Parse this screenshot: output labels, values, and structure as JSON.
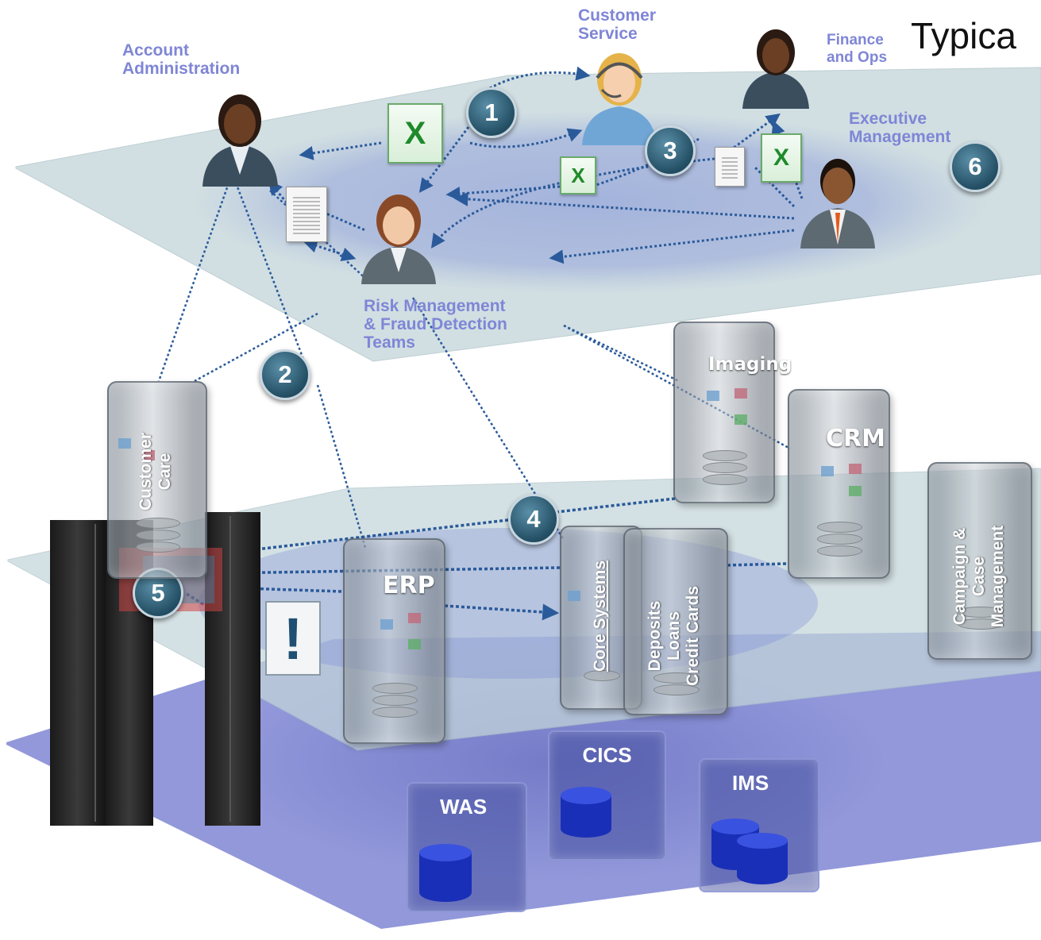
{
  "title": "Typica",
  "people": {
    "account_admin": "Account\nAdministration",
    "customer_service": "Customer\nService",
    "finance_ops": "Finance\nand Ops",
    "executive": "Executive\nManagement",
    "risk": "Risk Management\n& Fraud Detection\nTeams"
  },
  "steps": [
    "1",
    "2",
    "3",
    "4",
    "5",
    "6"
  ],
  "systems": {
    "customer_care": "Customer\nCare",
    "imaging": "Imaging",
    "crm": "CRM",
    "campaign": "Campaign &\nCase\nManagement",
    "erp": "ERP",
    "core_systems": "Core Systems",
    "deposits": "Deposits\nLoans\nCredit Cards"
  },
  "middleware": {
    "cics": "CICS",
    "was": "WAS",
    "ims": "IMS"
  },
  "alert_symbol": "!",
  "colors": {
    "label": "#7f86d6",
    "badge": "#234e63",
    "top_plane": "#c6d8dc",
    "mid_plane": "#c4d6da",
    "bottom_plane": "#8c92d8",
    "connector": "#2a5a9a"
  }
}
